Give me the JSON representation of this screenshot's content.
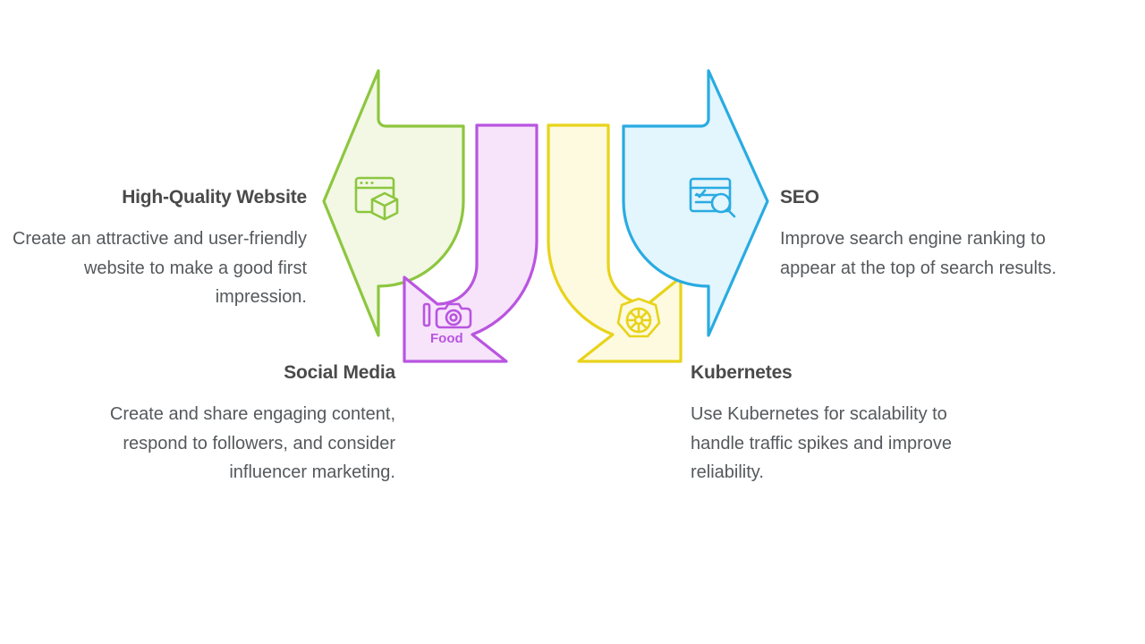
{
  "diagram": {
    "type": "process-arrows",
    "background": "#ffffff",
    "items": [
      {
        "id": "high-quality-website",
        "title": "High-Quality Website",
        "description": "Create an attractive and user-friendly website to make a good first impression.",
        "accent": "#8DC63F",
        "fill": "#F2F8E3",
        "icon": "browser-cube-icon",
        "arrow_direction": "down-left",
        "align": "right"
      },
      {
        "id": "social-media",
        "title": "Social Media",
        "description": "Create and share engaging content, respond to followers, and consider influencer marketing.",
        "accent": "#B955E0",
        "fill": "#F7E4FB",
        "icon": "food-camera-icon",
        "icon_label": "Food",
        "arrow_direction": "down-left",
        "align": "right"
      },
      {
        "id": "seo",
        "title": "SEO",
        "description": "Improve search engine ranking to appear at the top of search results.",
        "accent": "#29ABE2",
        "fill": "#E3F5FD",
        "icon": "search-results-magnifier-icon",
        "arrow_direction": "down-right",
        "align": "left"
      },
      {
        "id": "kubernetes",
        "title": "Kubernetes",
        "description": "Use Kubernetes for scalability to handle traffic spikes and improve reliability.",
        "accent": "#E8D31B",
        "fill": "#FDFAE0",
        "icon": "kubernetes-helm-icon",
        "arrow_direction": "down-right",
        "align": "left"
      }
    ]
  },
  "colors": {
    "title_text": "#4a4a4a",
    "body_text": "#55595c",
    "green": "#8DC63F",
    "green_fill": "#F2F8E3",
    "purple": "#B955E0",
    "purple_fill": "#F7E4FB",
    "blue": "#29ABE2",
    "blue_fill": "#E3F5FD",
    "yellow": "#E8D31B",
    "yellow_fill": "#FDFAE0"
  }
}
